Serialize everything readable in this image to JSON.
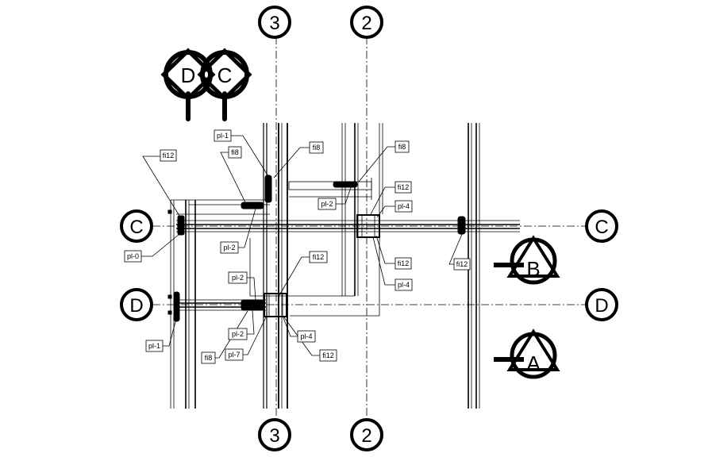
{
  "grid": {
    "cols": [
      {
        "id": "col-3",
        "label": "3"
      },
      {
        "id": "col-2",
        "label": "2"
      }
    ],
    "rows": [
      {
        "id": "row-c",
        "label": "C"
      },
      {
        "id": "row-d",
        "label": "D"
      }
    ]
  },
  "section_marks": [
    {
      "id": "section-b",
      "label": "B"
    },
    {
      "id": "section-a",
      "label": "A"
    }
  ],
  "top_marks": [
    {
      "id": "elev-left",
      "label": "D"
    },
    {
      "id": "elev-right",
      "label": "C"
    }
  ],
  "tags": {
    "fi12_a": "fi12",
    "pl1_a": "pl-1",
    "fi8_a": "fi8",
    "fi8_b": "fi8",
    "fi8_c": "fi8",
    "pl2_a": "pl-2",
    "fi12_b": "fi12",
    "pl4_a": "pl-4",
    "pl0": "pl-0",
    "pl2_b": "pl-2",
    "fi12_c": "fi12",
    "pl4_b": "pl-4",
    "fi12_d": "fi12",
    "fi12_e": "fi12",
    "pl2_c": "pl-2",
    "pl1_b": "pl-1",
    "pl2_d": "pl-2",
    "pl4_c": "pl-4",
    "fi8_d": "fi8",
    "pl7": "pl-7",
    "fi12_f": "fi12"
  }
}
